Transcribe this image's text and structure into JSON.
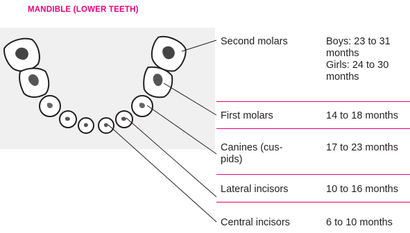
{
  "colors": {
    "accent": "#e6007e",
    "text": "#231f20",
    "gum": "#f4f4f4",
    "line": "#231f20"
  },
  "heading": "MANDIBLE (LOWER TEETH)",
  "rows": [
    {
      "label": "Second molars",
      "age": [
        "Boys: 23 to 31",
        "months",
        "Girls: 24 to 30",
        "months"
      ]
    },
    {
      "label": "First molars",
      "age": [
        "14 to 18 months"
      ]
    },
    {
      "label": "Canines (cus-pids)",
      "label_lines": [
        "Canines (cus-",
        "pids)"
      ],
      "age": [
        "17 to 23 months"
      ]
    },
    {
      "label": "Lateral incisors",
      "age": [
        "10 to 16 months"
      ]
    },
    {
      "label": "Central incisors",
      "age": [
        "6 to 10 months"
      ]
    }
  ]
}
